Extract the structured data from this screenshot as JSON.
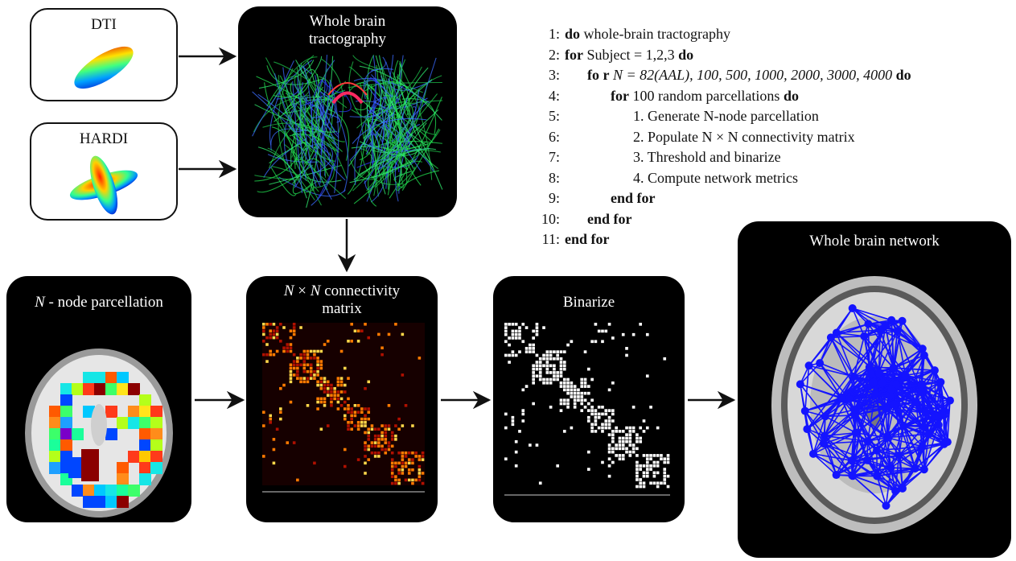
{
  "inputs": {
    "dti": {
      "label": "DTI"
    },
    "hardi": {
      "label": "HARDI"
    }
  },
  "tractography": {
    "title_line1": "Whole brain",
    "title_line2": "tractography"
  },
  "parcellation": {
    "title_var": "N",
    "title_rest": " - node parcellation"
  },
  "connectivity": {
    "title_line1_a": "N",
    "title_line1_b": " × ",
    "title_line1_c": "N",
    "title_line1_d": "  connectivity",
    "title_line2": "matrix"
  },
  "binarize": {
    "title": "Binarize"
  },
  "network": {
    "title": "Whole brain network"
  },
  "algorithm": {
    "lines": [
      {
        "num": "1:",
        "kw": "do",
        "text": " whole-brain tractography"
      },
      {
        "num": "2:",
        "kw": "for",
        "text": " Subject = 1,2,3 ",
        "kw2": "do"
      },
      {
        "num": "3:",
        "kw": "fo r",
        "text": " N  =  82(AAL),  100,  500,  1000,  2000,  3000,  4000  ",
        "kw2": "do"
      },
      {
        "num": "4:",
        "kw": "for",
        "text": " 100 random parcellations ",
        "kw2": "do"
      },
      {
        "num": "5:",
        "text": "1.  Generate N-node parcellation"
      },
      {
        "num": "6:",
        "text": "2.  Populate N × N connectivity matrix"
      },
      {
        "num": "7:",
        "text": "3.  Threshold and binarize"
      },
      {
        "num": "8:",
        "text": "4.  Compute network metrics"
      },
      {
        "num": "9:",
        "kw": "end for"
      },
      {
        "num": "10:",
        "kw": "end for"
      },
      {
        "num": "11:",
        "kw": "end for"
      }
    ]
  },
  "colors": {
    "network_blue": "#1414ff",
    "heat_bright": "#ffd84a",
    "heat_mid": "#ff7a00",
    "heat_dark": "#b01000"
  }
}
